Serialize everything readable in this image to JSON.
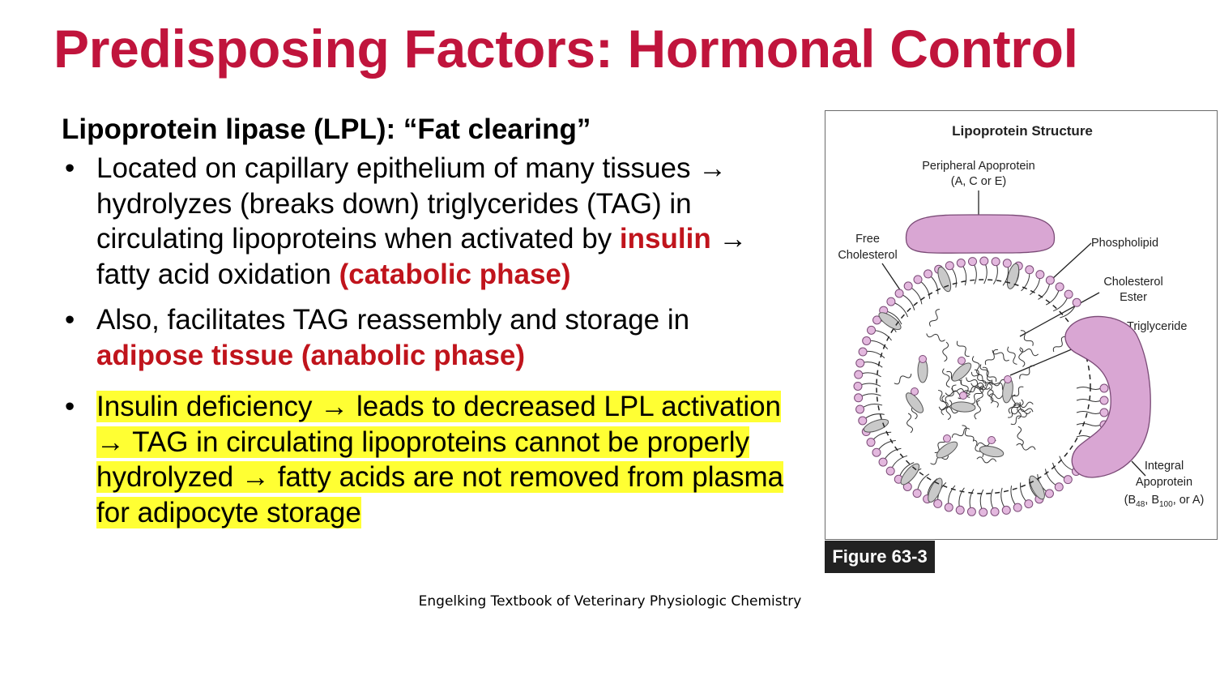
{
  "slide": {
    "title": "Predisposing Factors: Hormonal Control",
    "subheading": "Lipoprotein lipase (LPL): “Fat clearing”",
    "bullet_glyph": "•",
    "bullet1": {
      "text_a": "Located on capillary epithelium of many tissues → hydrolyzes (breaks down) triglycerides (TAG) in circulating lipoproteins when activated by ",
      "red_a": "insulin",
      "text_b": " → fatty acid oxidation ",
      "red_b": "(catabolic phase)"
    },
    "bullet2": {
      "text_a": "Also, facilitates TAG reassembly and storage in ",
      "red_a": "adipose tissue (anabolic phase)"
    },
    "bullet3": {
      "text": "Insulin deficiency → leads to decreased LPL activation → TAG in circulating lipoproteins cannot be properly hydrolyzed → fatty acids are not removed from plasma for adipocyte storage"
    },
    "figure": {
      "title": "Lipoprotein Structure",
      "label_peripheral_1": "Peripheral Apoprotein",
      "label_peripheral_2": "(A, C or E)",
      "label_free_1": "Free",
      "label_free_2": "Cholesterol",
      "label_phospholipid": "Phospholipid",
      "label_ester_1": "Cholesterol",
      "label_ester_2": "Ester",
      "label_triglyceride": "Triglyceride",
      "label_integral_1": "Integral",
      "label_integral_2": "Apoprotein",
      "label_integral_3_b48": "B",
      "label_integral_3_sub48": "48",
      "label_integral_3_b100": ", B",
      "label_integral_3_sub100": "100",
      "label_integral_3_end": ", or A)",
      "label_integral_3_open": "(",
      "tag": "Figure 63-3"
    },
    "citation": "Engelking Textbook of Veterinary Physiologic Chemistry"
  },
  "colors": {
    "title_red": "#c0143c",
    "emphasis_red": "#c0141c",
    "highlight_yellow": "#ffff33",
    "apoprotein_pink": "#d9a6d3"
  }
}
